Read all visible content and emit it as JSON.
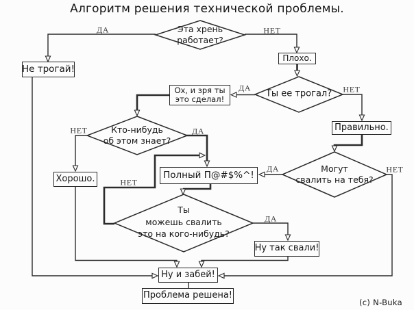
{
  "title": "Алгоритм решения технической проблемы.",
  "credit": "(c) N-Buka",
  "colors": {
    "ink": "#2b2b2b",
    "background": "#fcfcfc"
  },
  "branch_labels": {
    "yes": "ДА",
    "no": "НЕТ"
  },
  "nodes": {
    "works": {
      "type": "decision",
      "lines": [
        "Эта хрень",
        "работает?"
      ]
    },
    "dont_touch": {
      "type": "process",
      "label": "Не трогай!"
    },
    "bad": {
      "type": "process",
      "label": "Плохо."
    },
    "touched": {
      "type": "decision",
      "lines": [
        "Ты ее трогал?"
      ]
    },
    "regret": {
      "type": "process",
      "lines": [
        "Ох, и зря ты",
        "это сделал!"
      ]
    },
    "right": {
      "type": "process",
      "label": "Правильно."
    },
    "knows": {
      "type": "decision",
      "lines": [
        "Кто-нибудь",
        "об этом знает?"
      ]
    },
    "good": {
      "type": "process",
      "label": "Хорошо."
    },
    "mess": {
      "type": "process",
      "label": "Полный П@#$%^!"
    },
    "blame_you": {
      "type": "decision",
      "lines": [
        "Могут",
        "свалить на тебя?"
      ]
    },
    "blame_someone": {
      "type": "decision",
      "lines": [
        "Ты",
        "можешь свалить",
        "это на кого-нибудь?"
      ]
    },
    "go_blame": {
      "type": "process",
      "label": "Ну так свали!"
    },
    "forget": {
      "type": "process",
      "label": "Ну и забей!"
    },
    "solved": {
      "type": "process",
      "label": "Проблема решена!"
    }
  }
}
